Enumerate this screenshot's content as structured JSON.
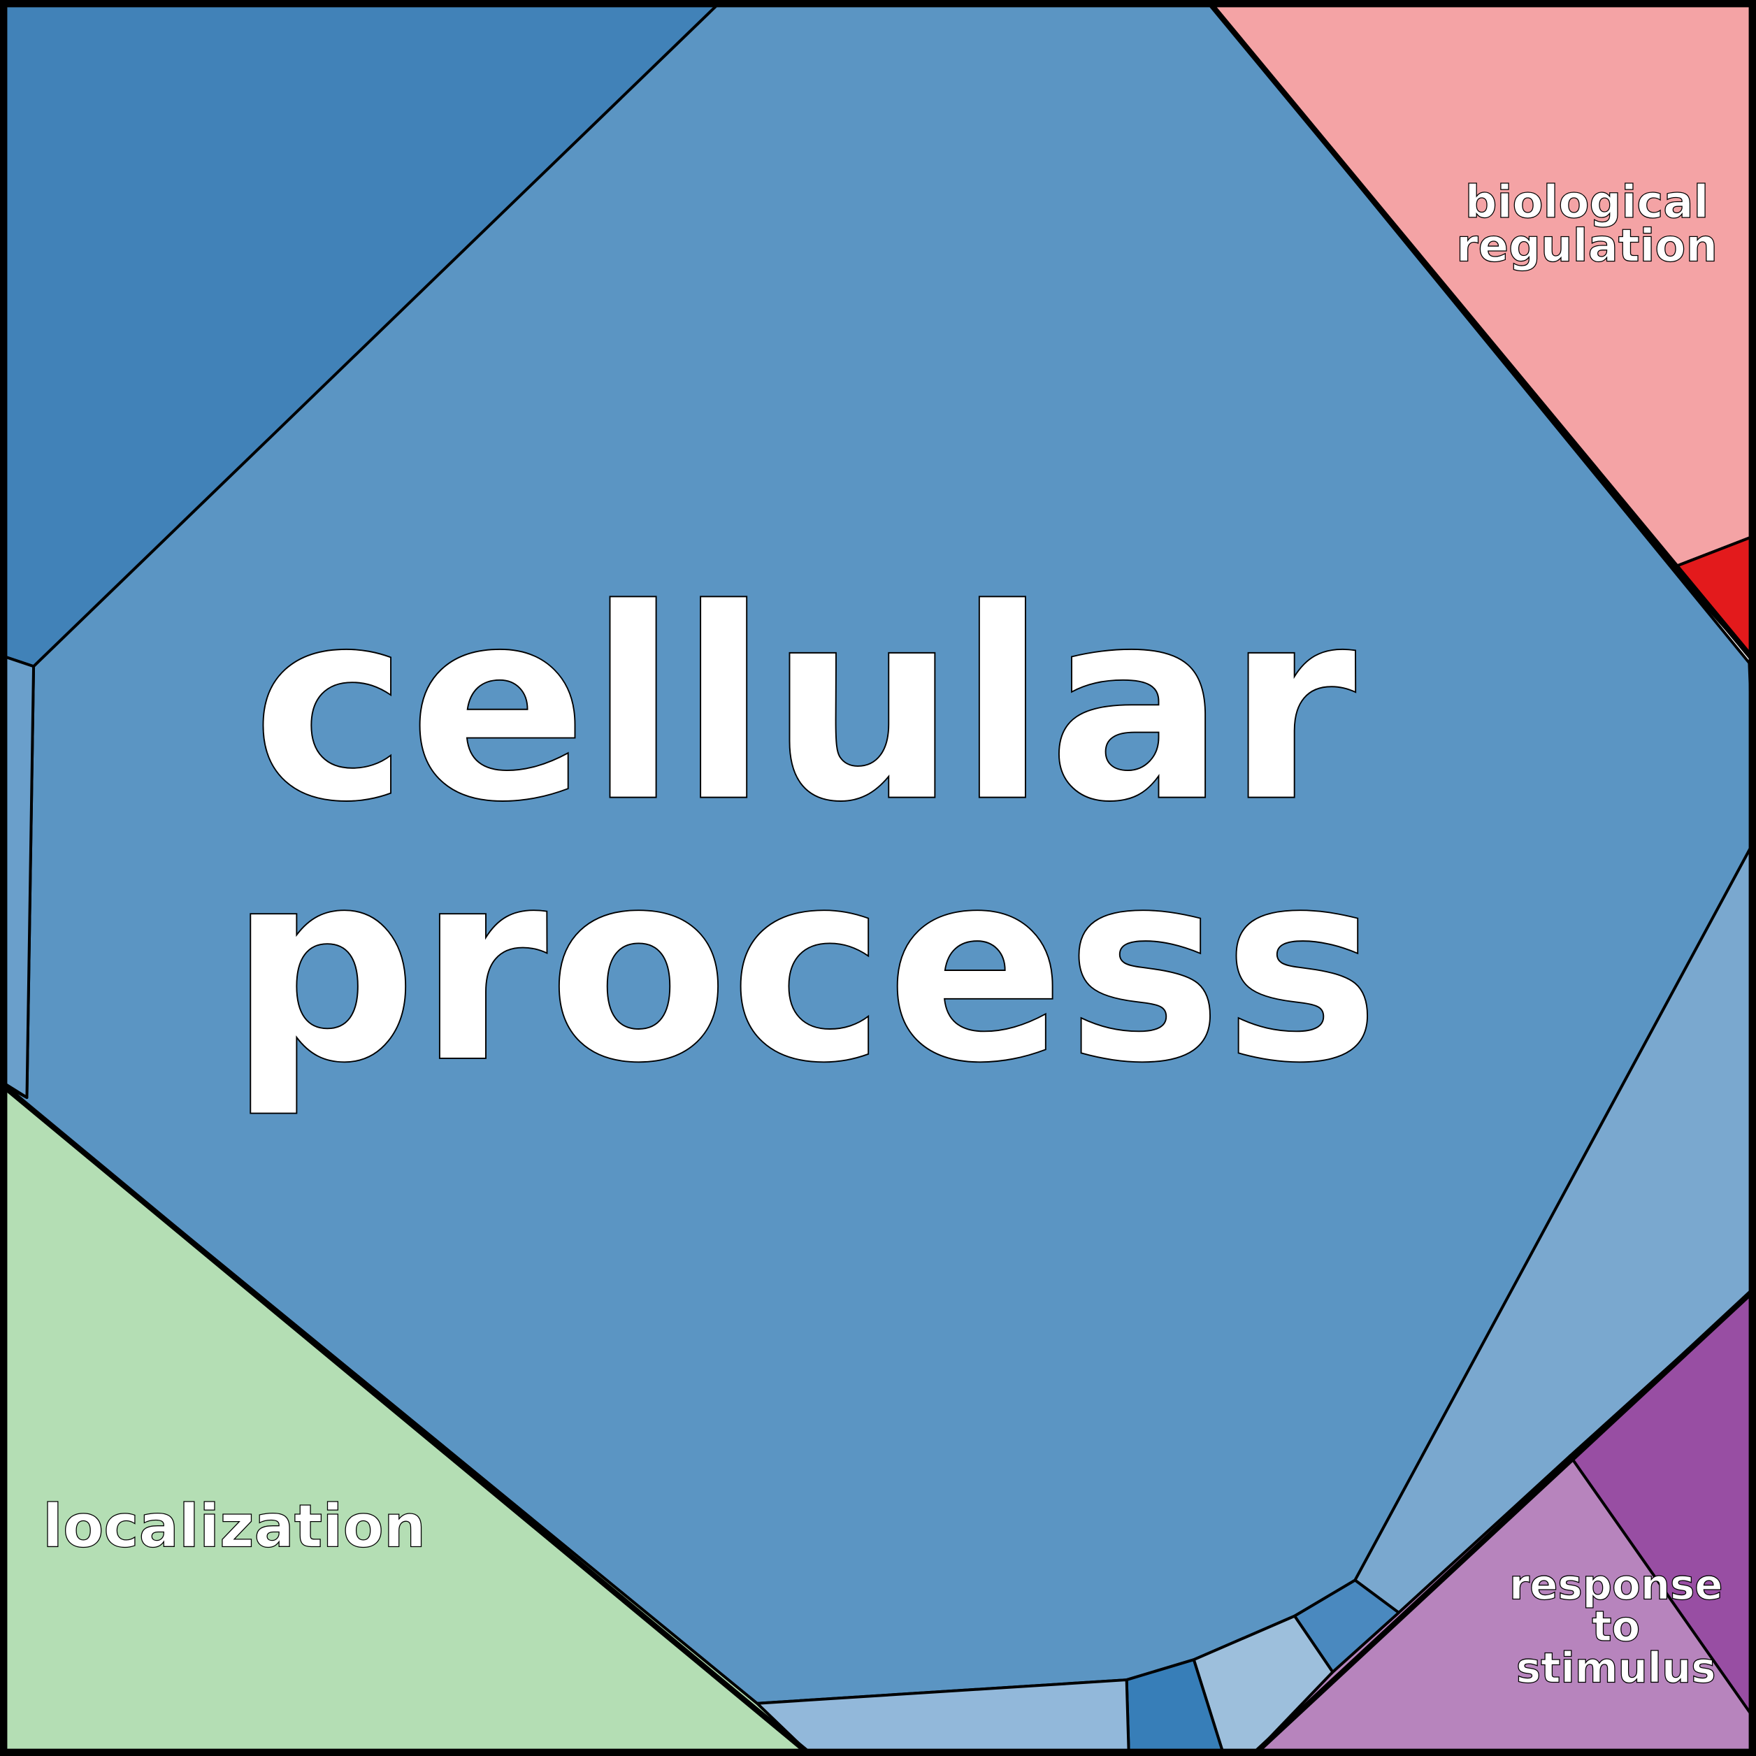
{
  "labels": {
    "main": [
      "cellular",
      "process"
    ],
    "bio_reg": [
      "biological",
      "regulation"
    ],
    "localization": "localization",
    "response": [
      "response",
      "to",
      "stimulus"
    ]
  },
  "colors": {
    "cellular_process": "#5b95c3",
    "top_left": "#4182b8",
    "left_strip": "#6a9fcb",
    "biological_regulation": "#f4a3a5",
    "red_small": "#e31a1c",
    "right_blue": "#7aa8cf",
    "purple_dark": "#984ea3",
    "response_to_stimulus": "#b784bd",
    "localization": "#b4deb4",
    "bottom_1": "#92b8da",
    "bottom_2": "#377eb8",
    "bottom_3": "#9dbfdc",
    "bottom_4": "#4a89bf"
  }
}
